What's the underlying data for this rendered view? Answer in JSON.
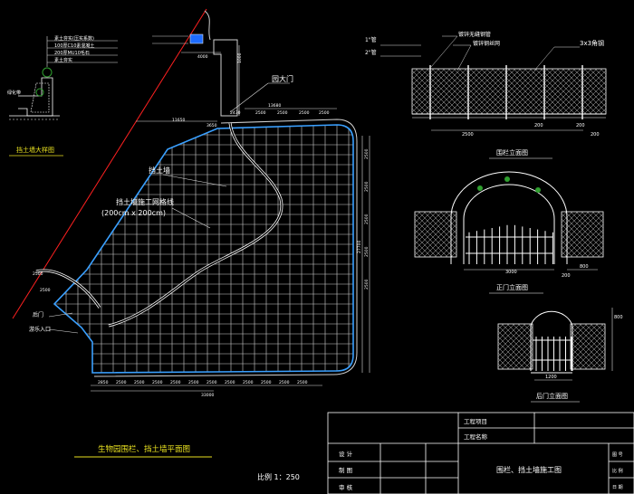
{
  "plan": {
    "title": "生物园围栏、挡土墙平面图",
    "scale": "比例 1：250",
    "labels": {
      "gate": "园大门",
      "retaining_wall": "挡土墙",
      "grid_line1": "挡土墙施工网格线",
      "grid_line2": "(200cm x 200cm)",
      "back_gate": "后门",
      "entrance": "游乐入口"
    },
    "top_dims": [
      "4000",
      "1000",
      "13680",
      "2430",
      "2500",
      "2500",
      "2500",
      "2500",
      "11650",
      "3650"
    ],
    "right_dims": [
      "2500",
      "2500",
      "2500",
      "2500",
      "2500",
      "27700"
    ],
    "bottom_dims": [
      "2850",
      "2500",
      "2500",
      "2500",
      "2500",
      "2500",
      "2500",
      "2500",
      "2500",
      "2500",
      "2500",
      "2500",
      "33000"
    ],
    "left_dims": [
      "2500",
      "2500"
    ]
  },
  "section": {
    "title": "挡土墙大样图",
    "notes": [
      "素土夯实(压实系数)",
      "100厚C10素混凝土",
      "200厚MU10毛石",
      "素土夯实"
    ],
    "side": "绿化带"
  },
  "fence": {
    "title": "围栏立面图",
    "labels": [
      "镀锌无缝钢管",
      "镀锌钢丝网",
      "3x3角钢",
      "1\"管",
      "2\"管"
    ],
    "dims": [
      "2500",
      "200",
      "200",
      "200"
    ]
  },
  "front_gate": {
    "title": "正门立面图",
    "dims": [
      "3000",
      "800",
      "200"
    ]
  },
  "back_gate": {
    "title": "后门立面图",
    "dims": [
      "1200",
      "800"
    ]
  },
  "title_block": {
    "rows": [
      "工程项目",
      "工程名称"
    ],
    "roles": [
      "设  计",
      "制  图",
      "审  核"
    ],
    "drawing_title": "围栏、挡土墙施工图",
    "right_cells": [
      "图 号",
      "比 例",
      "日 期"
    ]
  },
  "colors": {
    "grid": "#d8d8d8",
    "wall": "#3aa0ff",
    "dims": "#e0e0e0",
    "tree": "#2f9f2f",
    "redline": "#ff2020"
  }
}
